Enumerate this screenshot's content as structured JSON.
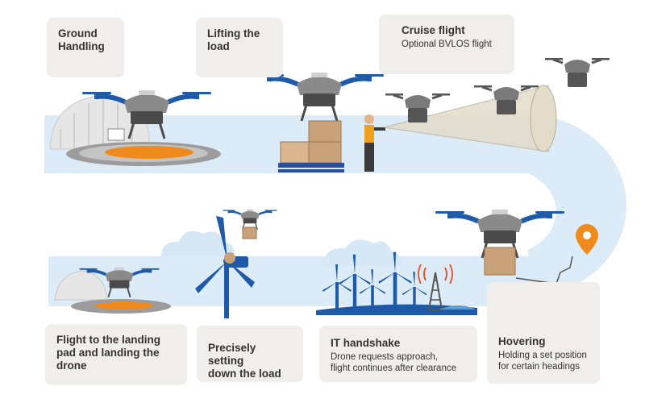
{
  "steps": {
    "ground_handling": {
      "title": "Ground\nHandling"
    },
    "lifting": {
      "title": "Lifting the\nload"
    },
    "cruise": {
      "title": "Cruise flight",
      "subtitle": "Optional BVLOS flight"
    },
    "landing": {
      "title": "Flight to the landing\npad and landing the\ndrone"
    },
    "setting_down": {
      "title": "Precisely setting\ndown the load"
    },
    "it_handshake": {
      "title": "IT handshake",
      "subtitle": "Drone requests approach,\nflight continues after clearance"
    },
    "hovering": {
      "title": "Hovering",
      "subtitle": "Holding a set position\nfor certain headings"
    }
  },
  "colors": {
    "path": "#dcebf8",
    "drone_blue": "#1e5aa8",
    "drone_grey": "#8a8a8a",
    "drone_dark": "#4a4a4a",
    "pad_orange": "#f08a1c",
    "box": "#c9a27a",
    "pallet": "#2a4f9a",
    "card": "#efeeea",
    "cloud": "#d6e8f6"
  },
  "icons": [
    "hangar-icon",
    "drone-icon",
    "package-icon",
    "pallet-icon",
    "operator-icon",
    "camera-cone-icon",
    "location-pin-icon",
    "wind-turbine-icon",
    "radio-tower-icon",
    "cloud-icon"
  ]
}
